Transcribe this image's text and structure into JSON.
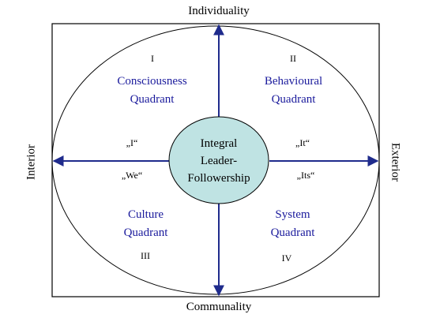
{
  "axes": {
    "top": "Individuality",
    "bottom": "Communality",
    "left": "Interior",
    "right": "Exterior"
  },
  "quadrants": [
    {
      "numeral": "I",
      "name_line1": "Consciousness",
      "name_line2": "Quadrant",
      "pronoun": "„I“"
    },
    {
      "numeral": "II",
      "name_line1": "Behavioural",
      "name_line2": "Quadrant",
      "pronoun": "„It“"
    },
    {
      "numeral": "III",
      "name_line1": "Culture",
      "name_line2": "Quadrant",
      "pronoun": "„We“"
    },
    {
      "numeral": "IV",
      "name_line1": "System",
      "name_line2": "Quadrant",
      "pronoun": "„Its“"
    }
  ],
  "center": {
    "line1": "Integral",
    "line2": "Leader-",
    "line3": "Followership"
  },
  "colors": {
    "center_fill": "#bfe3e3",
    "arrow": "#1f2b8c",
    "quadrant_text": "#1a1a9c"
  }
}
